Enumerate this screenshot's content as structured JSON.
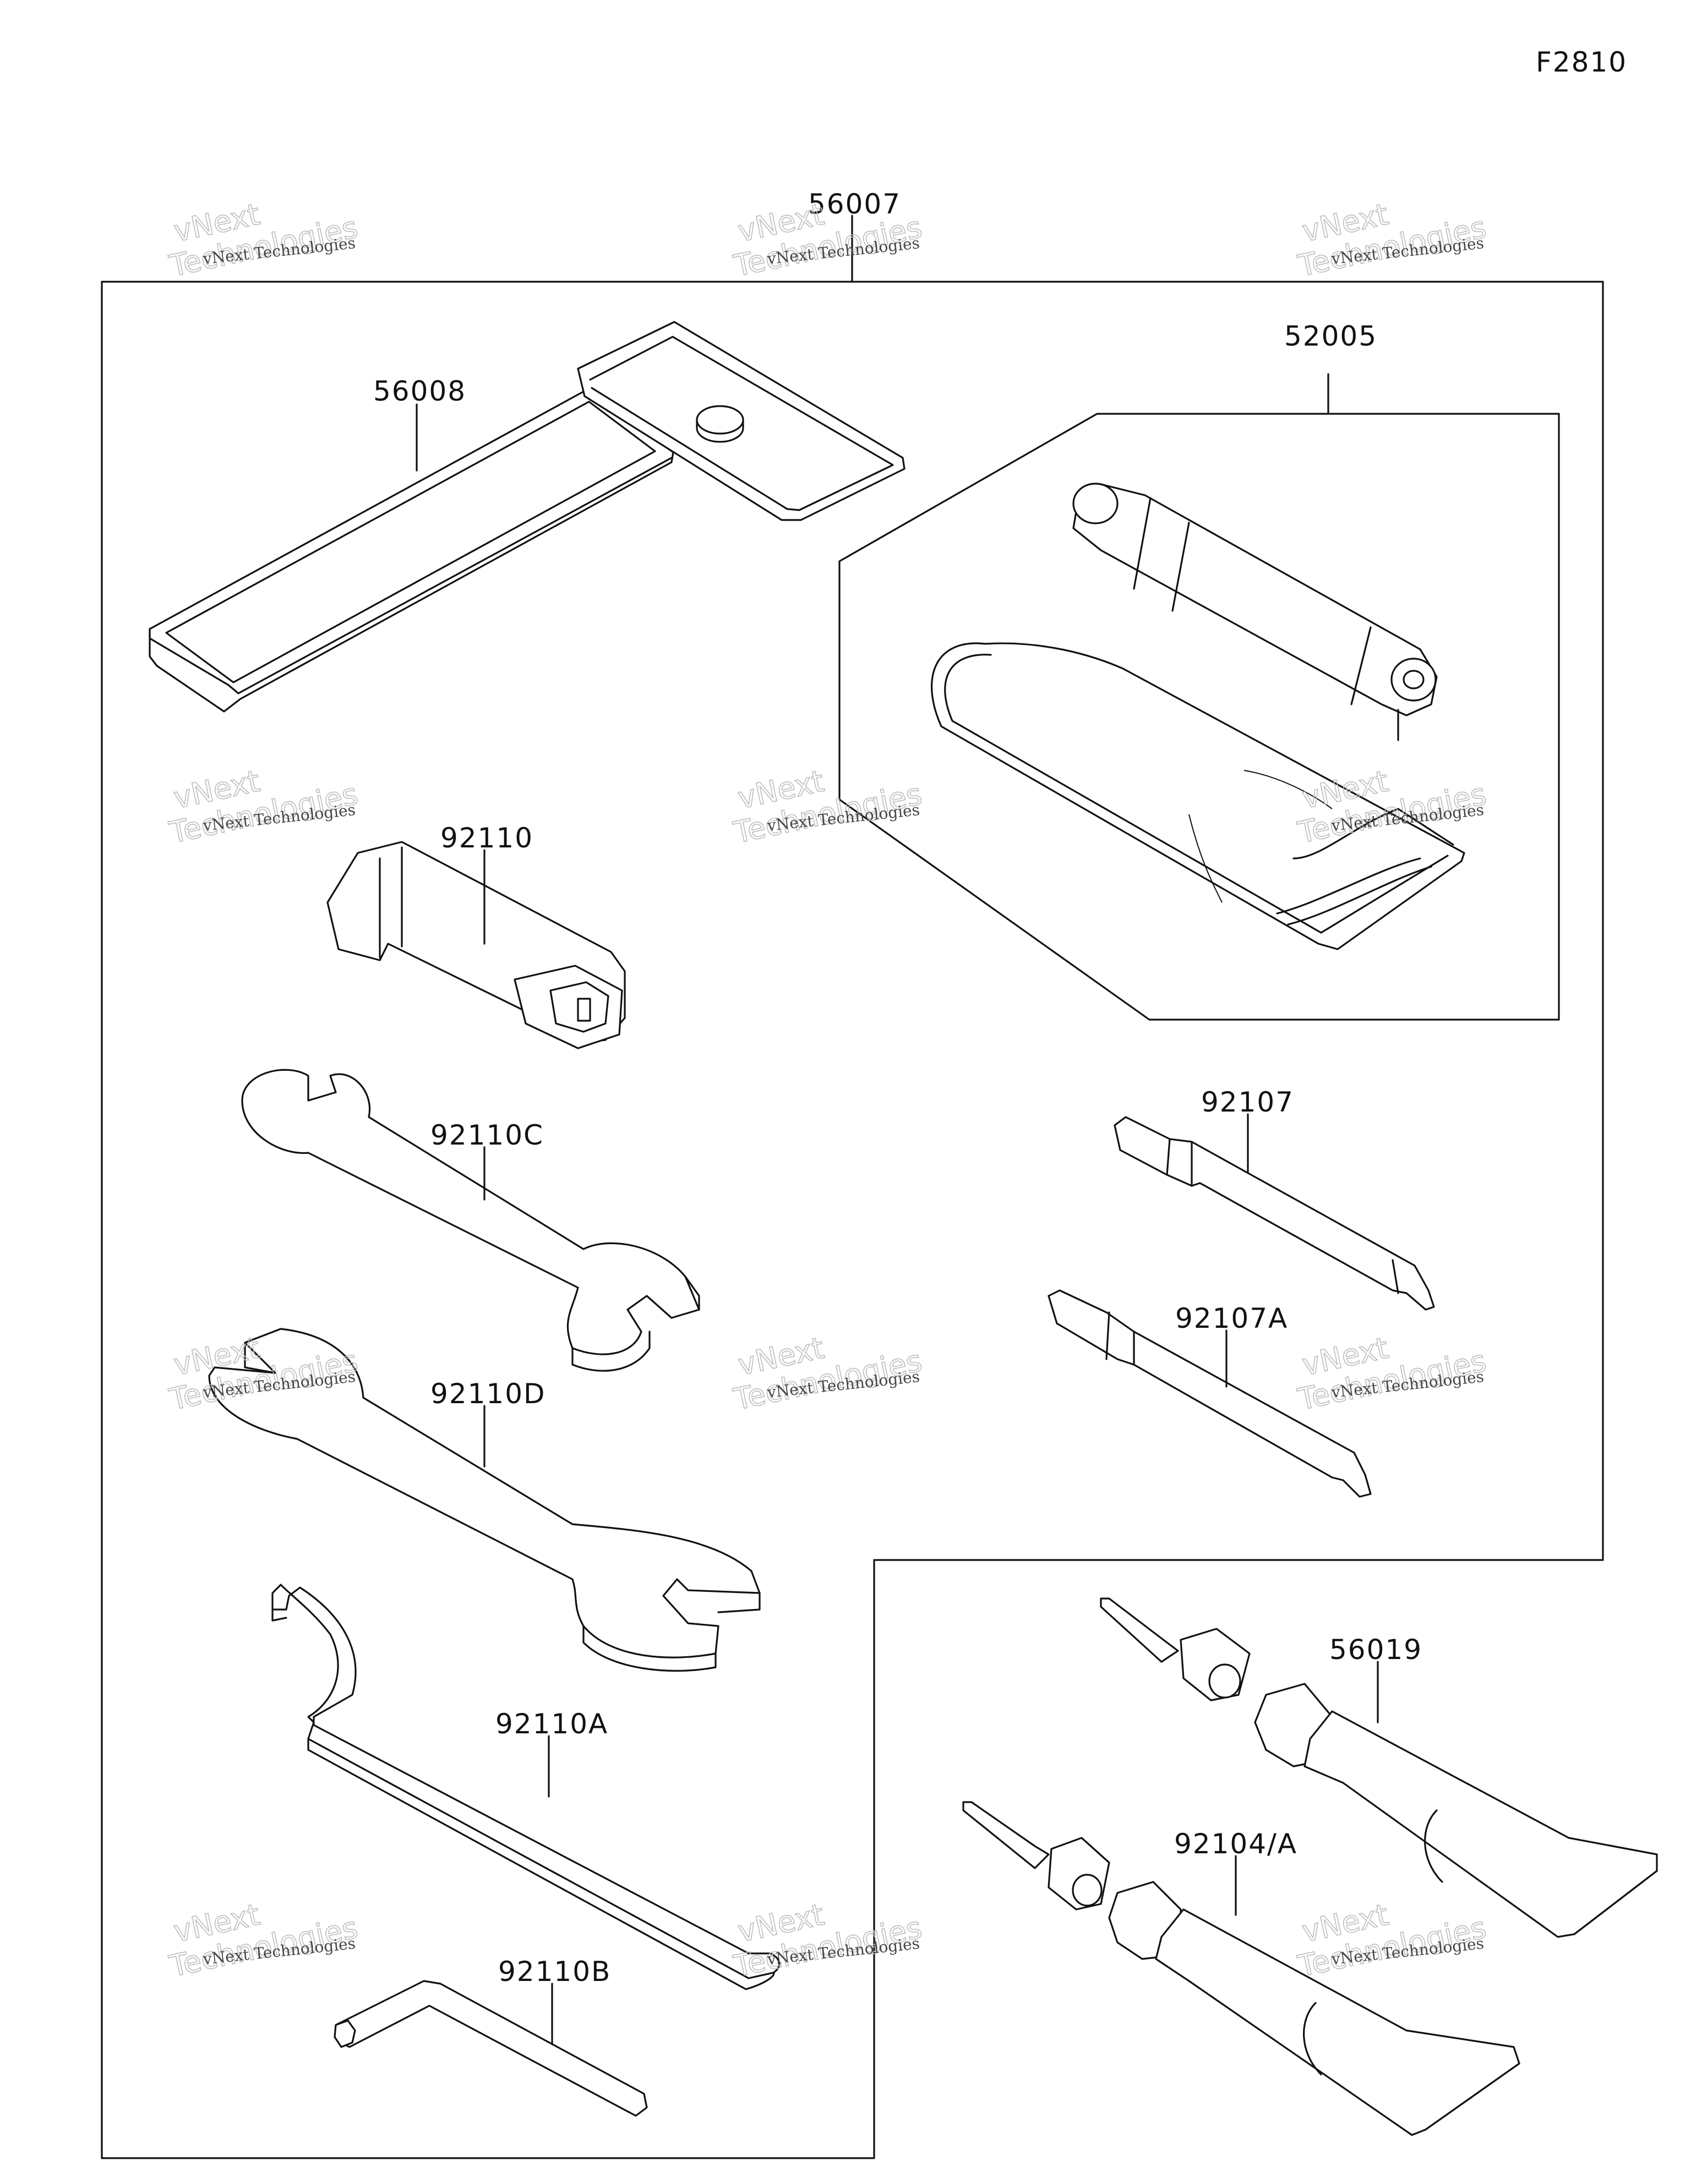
{
  "diagram_code": "F2810",
  "callouts": {
    "tool_kit": "56007",
    "tool_bag": "56008",
    "spark_plug_wrench_kit": "52005",
    "box_wrench": "92110",
    "wrench_c": "92110C",
    "wrench_d": "92110D",
    "hook_wrench": "92110A",
    "hex_wrench": "92110B",
    "screwdriver": "92107",
    "screwdriver_a": "92107A",
    "grease_tube": "56019",
    "grease_tube_a": "92104/A"
  },
  "watermark": {
    "line1": "vNext Technologies",
    "line2": "vNext",
    "line3": "Technologies"
  }
}
